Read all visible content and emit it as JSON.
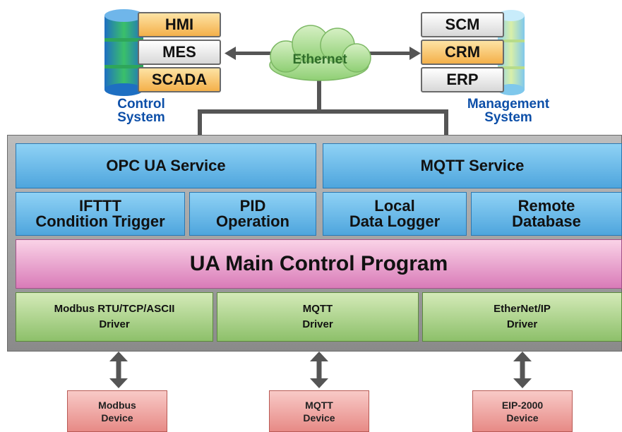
{
  "network": {
    "label": "Ethernet"
  },
  "control_system": {
    "title": "Control\nSystem",
    "items": [
      "HMI",
      "MES",
      "SCADA"
    ]
  },
  "management_system": {
    "title": "Management\nSystem",
    "items": [
      "SCM",
      "CRM",
      "ERP"
    ]
  },
  "services": {
    "opc_ua": "OPC UA Service",
    "mqtt": "MQTT Service"
  },
  "functions": {
    "ifttt": "IFTTT\nCondition Trigger",
    "pid": "PID\nOperation",
    "logger": "Local\nData Logger",
    "remote_db": "Remote\nDatabase"
  },
  "main_program": "UA Main Control Program",
  "drivers": {
    "modbus": "Modbus RTU/TCP/ASCII\nDriver",
    "mqtt": "MQTT\nDriver",
    "ethernetip": "EtherNet/IP\nDriver"
  },
  "devices": {
    "modbus": "Modbus\nDevice",
    "mqtt": "MQTT\nDevice",
    "eip": "EIP-2000\nDevice"
  }
}
